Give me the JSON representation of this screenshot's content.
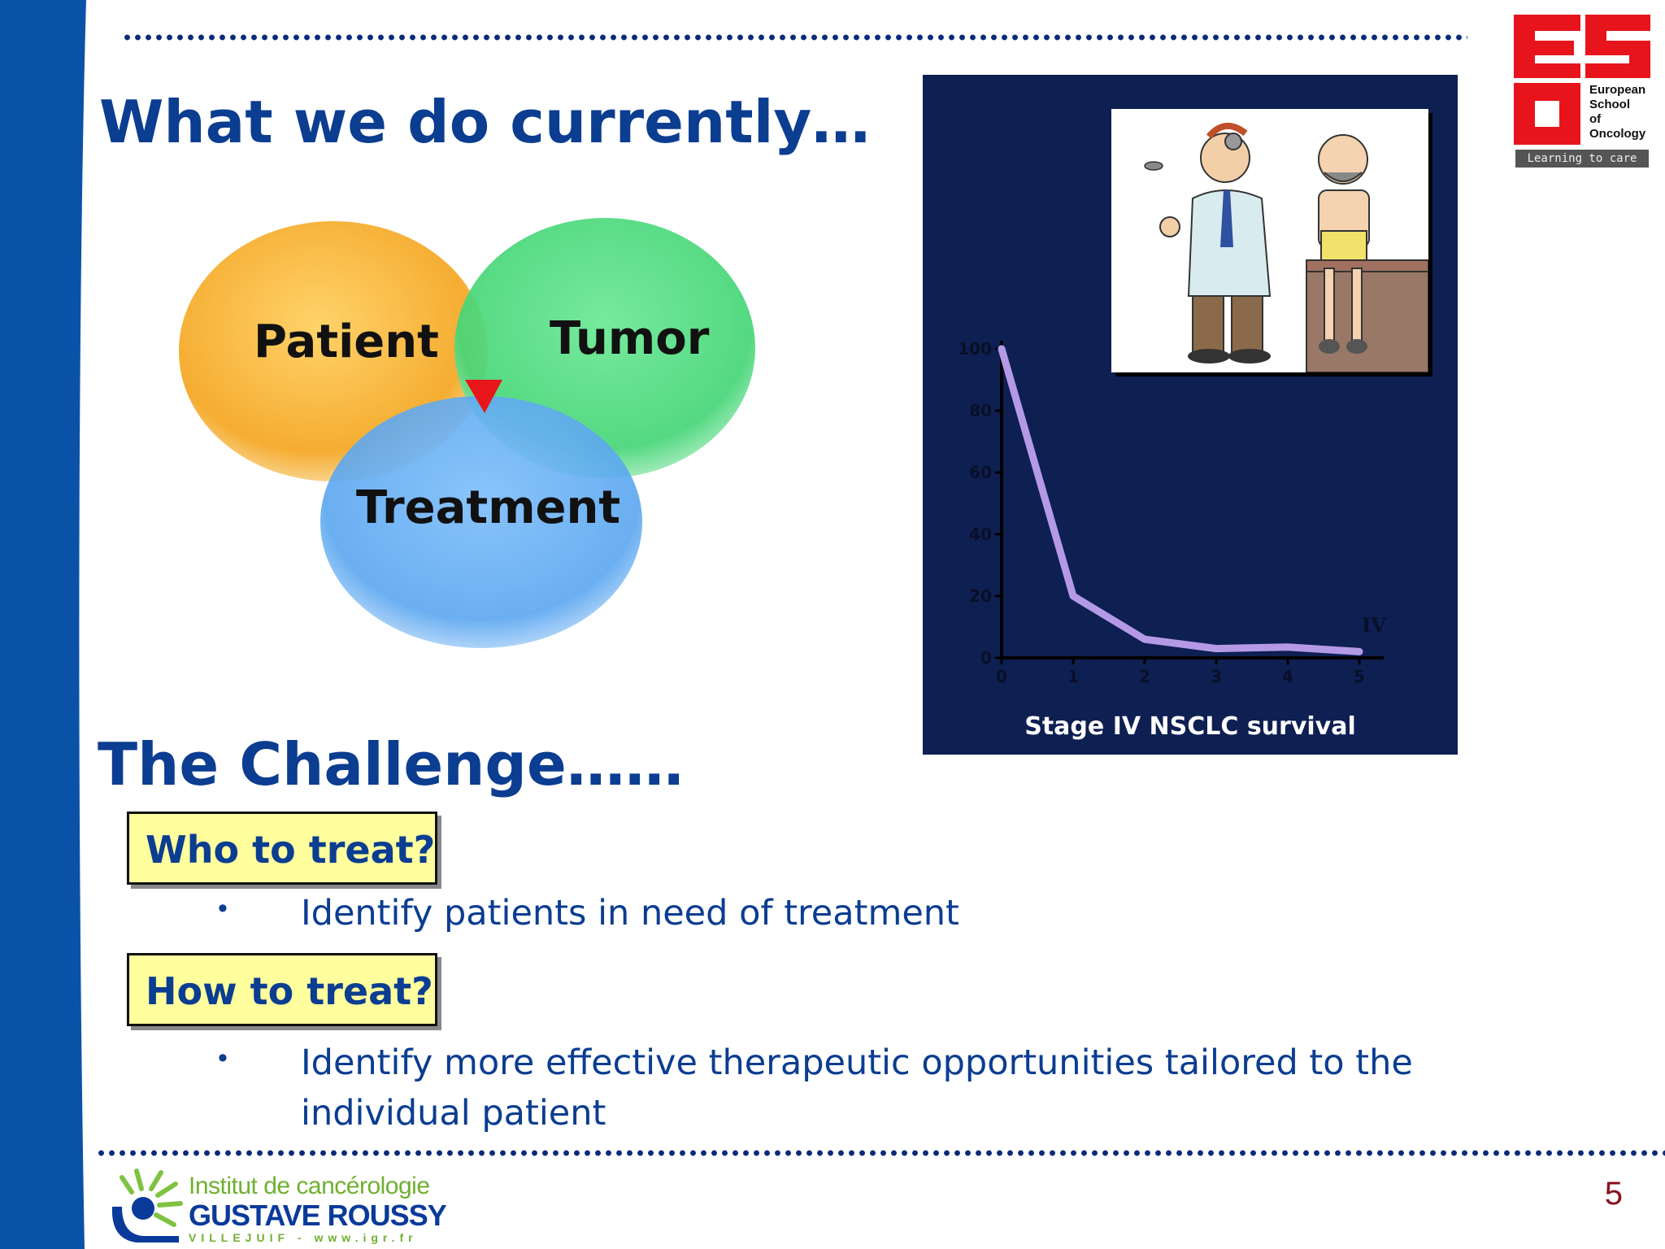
{
  "slide": {
    "title": "What we do currently…",
    "challenge_title": "The Challenge……",
    "page_number": "5"
  },
  "venn": {
    "labels": [
      "Patient",
      "Tumor",
      "Treatment"
    ],
    "colors": {
      "patient": "#f7b23b",
      "tumor": "#4fd97e",
      "treatment": "#5aa8f2",
      "overlap": "#e8161a"
    }
  },
  "questions": [
    {
      "label": "Who to treat?",
      "bullet": "•",
      "text": "Identify patients in need of treatment"
    },
    {
      "label": "How to treat?",
      "bullet": "•",
      "text": "Identify more effective therapeutic opportunities tailored to the individual patient"
    }
  ],
  "chart_data": {
    "type": "line",
    "title": "Stage IV NSCLC survival",
    "x": [
      0,
      1,
      2,
      3,
      4,
      5
    ],
    "series": [
      {
        "name": "IV",
        "values": [
          100,
          20,
          6,
          3,
          3.5,
          2
        ]
      }
    ],
    "xticks": [
      "0",
      "1",
      "2",
      "3",
      "4",
      "5"
    ],
    "yticks": [
      "0",
      "20",
      "40",
      "60",
      "80",
      "100"
    ],
    "xlim": [
      0,
      5
    ],
    "ylim": [
      0,
      100
    ],
    "line_color": "#b49ae6",
    "grid": false
  },
  "logos": {
    "eso": {
      "lines": [
        "European",
        "School",
        "of",
        "Oncology"
      ],
      "tagline": "Learning to care",
      "color": "#e8141c"
    },
    "igr": {
      "line1": "Institut de cancérologie",
      "line2": "GUSTAVE ROUSSY",
      "line3": "VILLEJUIF - www.igr.fr"
    }
  },
  "theme": {
    "title_color": "#0b3d91",
    "band_color": "#0a52a8",
    "chart_bg": "#0e1f52",
    "box_fill": "#ffff9e"
  }
}
